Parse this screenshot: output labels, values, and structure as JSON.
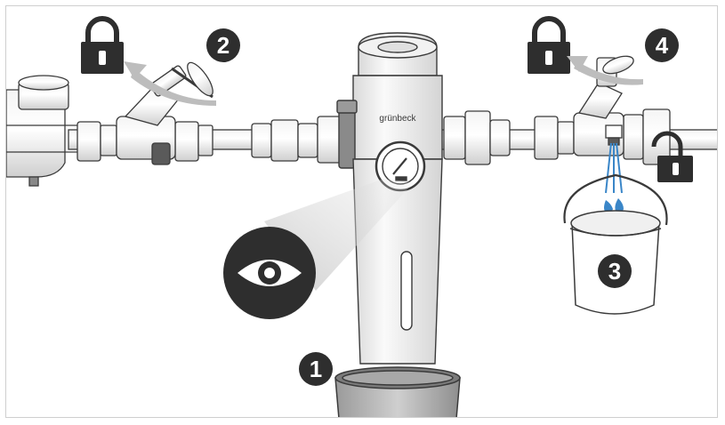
{
  "brand": "grünbeck",
  "steps": [
    {
      "number": "1",
      "icon": "filter-bowl"
    },
    {
      "number": "2",
      "icon": "locked-padlock"
    },
    {
      "number": "3",
      "icon": "bucket"
    },
    {
      "number": "4",
      "icon": "locked-padlock"
    }
  ],
  "icons": {
    "inspect": "eye-icon",
    "unlocked": "unlocked-padlock-icon"
  },
  "colors": {
    "badge": "#2e2e2e",
    "water": "#3a86c8",
    "outline": "#3a3a3a"
  }
}
